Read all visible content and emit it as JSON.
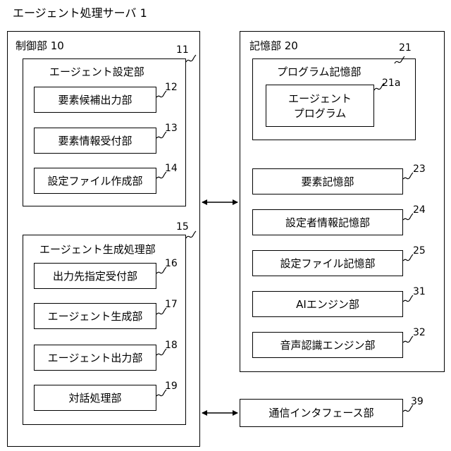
{
  "title": "エージェント処理サーバ 1",
  "control": {
    "label": "制御部 10",
    "setting": {
      "label": "エージェント設定部",
      "ref": "11",
      "items": [
        {
          "label": "要素候補出力部",
          "ref": "12"
        },
        {
          "label": "要素情報受付部",
          "ref": "13"
        },
        {
          "label": "設定ファイル作成部",
          "ref": "14"
        }
      ]
    },
    "generation": {
      "label": "エージェント生成処理部",
      "ref": "15",
      "items": [
        {
          "label": "出力先指定受付部",
          "ref": "16"
        },
        {
          "label": "エージェント生成部",
          "ref": "17"
        },
        {
          "label": "エージェント出力部",
          "ref": "18"
        },
        {
          "label": "対話処理部",
          "ref": "19"
        }
      ]
    }
  },
  "storage": {
    "label": "記憶部 20",
    "program": {
      "label": "プログラム記憶部",
      "ref": "21",
      "inner": {
        "line1": "エージェント",
        "line2": "プログラム",
        "ref": "21a"
      }
    },
    "items": [
      {
        "label": "要素記憶部",
        "ref": "23"
      },
      {
        "label": "設定者情報記憶部",
        "ref": "24"
      },
      {
        "label": "設定ファイル記憶部",
        "ref": "25"
      },
      {
        "label": "AIエンジン部",
        "ref": "31"
      },
      {
        "label": "音声認識エンジン部",
        "ref": "32"
      }
    ]
  },
  "comm": {
    "label": "通信インタフェース部",
    "ref": "39"
  }
}
